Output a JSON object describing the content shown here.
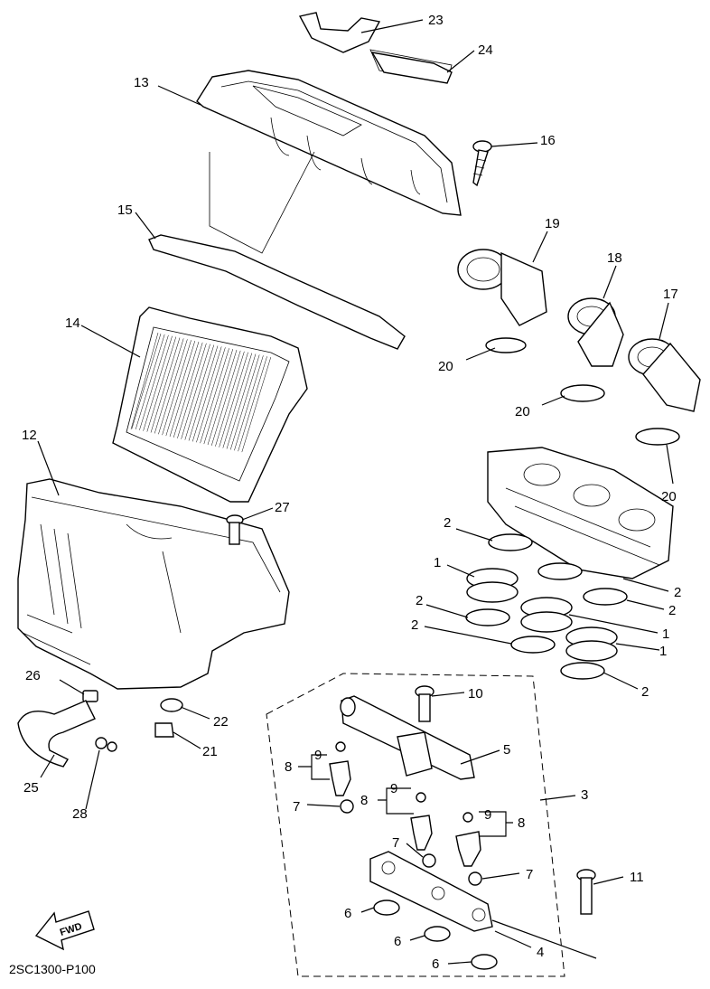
{
  "diagram": {
    "catalog_code": "2SC1300-P100",
    "fwd_label": "FWD",
    "callouts": [
      {
        "id": "c23",
        "text": "23"
      },
      {
        "id": "c24",
        "text": "24"
      },
      {
        "id": "c13",
        "text": "13"
      },
      {
        "id": "c16",
        "text": "16"
      },
      {
        "id": "c15",
        "text": "15"
      },
      {
        "id": "c19",
        "text": "19"
      },
      {
        "id": "c18",
        "text": "18"
      },
      {
        "id": "c17",
        "text": "17"
      },
      {
        "id": "c14",
        "text": "14"
      },
      {
        "id": "c20a",
        "text": "20"
      },
      {
        "id": "c20b",
        "text": "20"
      },
      {
        "id": "c20c",
        "text": "20"
      },
      {
        "id": "c12",
        "text": "12"
      },
      {
        "id": "c27",
        "text": "27"
      },
      {
        "id": "c2a",
        "text": "2"
      },
      {
        "id": "c1a",
        "text": "1"
      },
      {
        "id": "c2b",
        "text": "2"
      },
      {
        "id": "c2c",
        "text": "2"
      },
      {
        "id": "c2d",
        "text": "2"
      },
      {
        "id": "c2e",
        "text": "2"
      },
      {
        "id": "c1b",
        "text": "1"
      },
      {
        "id": "c1c",
        "text": "1"
      },
      {
        "id": "c2f",
        "text": "2"
      },
      {
        "id": "c26",
        "text": "26"
      },
      {
        "id": "c22",
        "text": "22"
      },
      {
        "id": "c21",
        "text": "21"
      },
      {
        "id": "c25",
        "text": "25"
      },
      {
        "id": "c28",
        "text": "28"
      },
      {
        "id": "c10",
        "text": "10"
      },
      {
        "id": "c5",
        "text": "5"
      },
      {
        "id": "c3",
        "text": "3"
      },
      {
        "id": "c9a",
        "text": "9"
      },
      {
        "id": "c8a",
        "text": "8"
      },
      {
        "id": "c9b",
        "text": "9"
      },
      {
        "id": "c8b",
        "text": "8"
      },
      {
        "id": "c7a",
        "text": "7"
      },
      {
        "id": "c9c",
        "text": "9"
      },
      {
        "id": "c8c",
        "text": "8"
      },
      {
        "id": "c7b",
        "text": "7"
      },
      {
        "id": "c7c",
        "text": "7"
      },
      {
        "id": "c11",
        "text": "11"
      },
      {
        "id": "c6a",
        "text": "6"
      },
      {
        "id": "c6b",
        "text": "6"
      },
      {
        "id": "c4",
        "text": "4"
      },
      {
        "id": "c6c",
        "text": "6"
      }
    ]
  }
}
